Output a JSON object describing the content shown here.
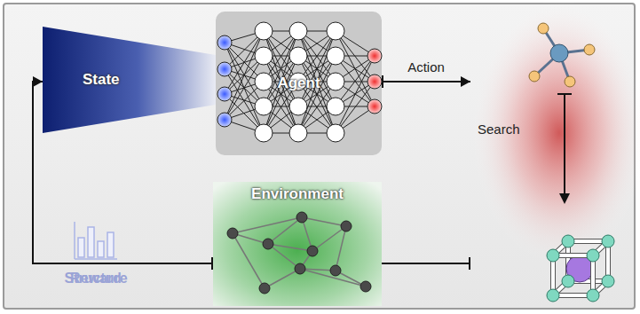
{
  "diagram": {
    "nodes": [
      {
        "text": [
          "State"
        ]
      },
      {
        "text": [
          "Agent"
        ]
      },
      {
        "text": [
          "Environment"
        ]
      },
      {
        "text": [
          "Search"
        ]
      }
    ],
    "edges": [
      {
        "from": 1,
        "to": 3,
        "label": "Action",
        "arrow": "to"
      },
      {
        "from": 3,
        "to": 2,
        "label": "Structure",
        "arrow": "to"
      },
      {
        "from": 2,
        "to": 0,
        "label": "Reward",
        "arrow": "to"
      }
    ]
  }
}
